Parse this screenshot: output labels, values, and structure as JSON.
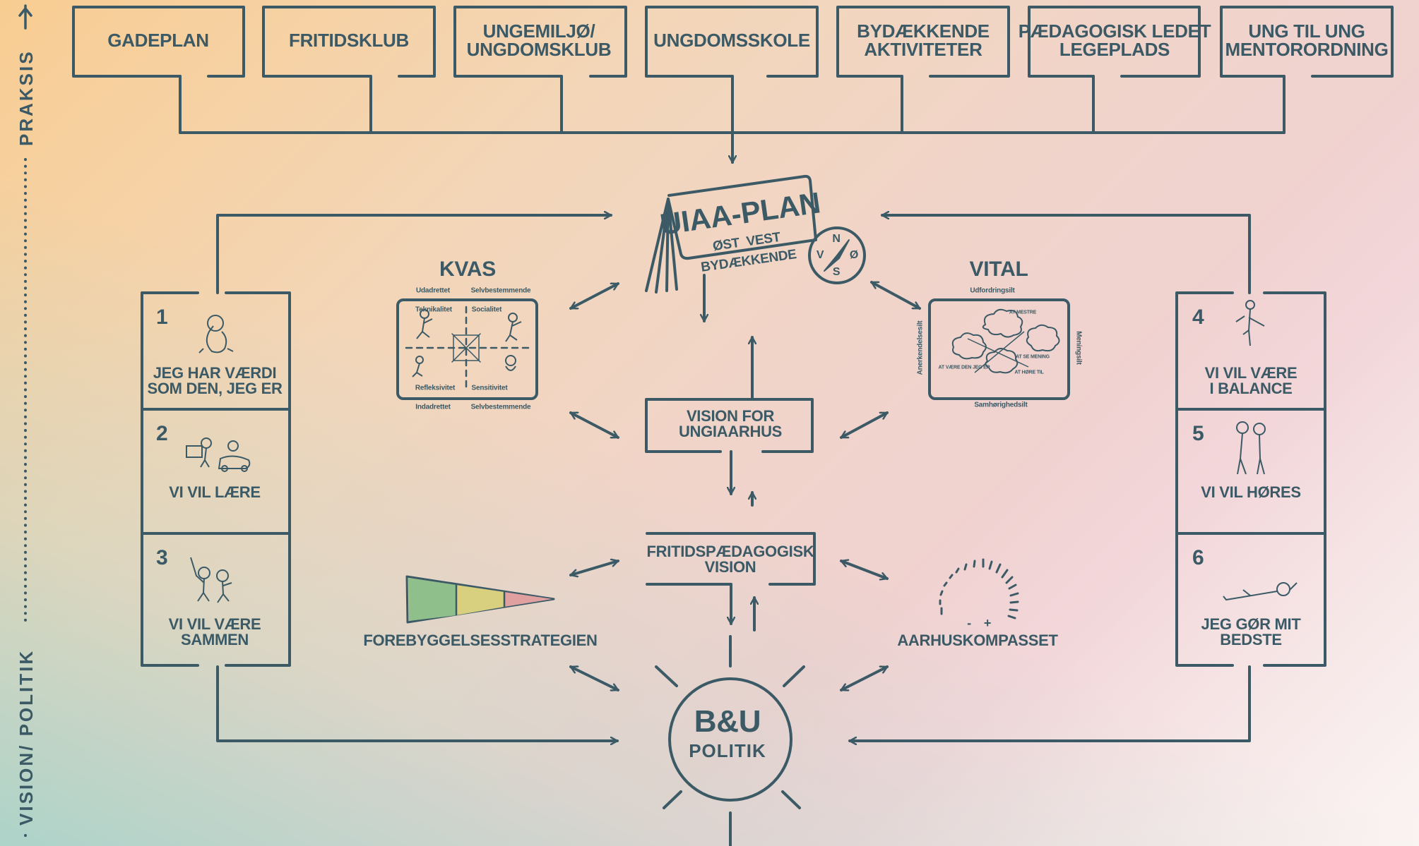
{
  "side_labels": {
    "praksis": "PRAKSIS",
    "vision_politik": "VISION/ POLITIK"
  },
  "top_boxes": [
    {
      "label": "GADEPLAN"
    },
    {
      "label": "FRITIDSKLUB"
    },
    {
      "label": "UNGEMILJØ/\nUNGDOMSKLUB"
    },
    {
      "label": "UNGDOMSSKOLE"
    },
    {
      "label": "BYDÆKKENDE\nAKTIVITETER"
    },
    {
      "label": "PÆDAGOGISK LEDET\nLEGEPLADS"
    },
    {
      "label": "UNG TIL UNG\nMENTORORDNING"
    }
  ],
  "plan": {
    "title": "UIAA-PLAN",
    "line1": "ØST  VEST",
    "line2": "BYDÆKKENDE",
    "compass": {
      "n": "N",
      "s": "S",
      "v": "V",
      "o": "Ø"
    }
  },
  "kvas": {
    "title": "KVAS",
    "top_left": "Udadrettet",
    "top_right": "Selvbestemmende",
    "bottom_left": "Indadrettet",
    "bottom_right": "Selvbestemmende",
    "q1": "Teknikalitet",
    "q2": "Socialitet",
    "q3": "Refleksivitet",
    "q4": "Sensitivitet"
  },
  "vital": {
    "title": "VITAL",
    "top": "Udfordringsilt",
    "bottom": "Samhørighedsilt",
    "left": "Anerkendelsesilt",
    "right": "Meningsilt",
    "c1": "AT MESTRE",
    "c2": "AT SE MENING",
    "c3": "AT VÆRE DEN JEG ER",
    "c4": "AT HØRE TIL"
  },
  "center": {
    "vision": "VISION FOR\nUNGIAARHUS",
    "fritid": "FRITIDSPÆDAGOGISK\nVISION",
    "bu_line1": "B&U",
    "bu_line2": "POLITIK"
  },
  "forebyggelse": {
    "label": "FOREBYGGELSESSTRATEGIEN",
    "colors": [
      "#8fbf8a",
      "#d8cf7f",
      "#e0a0a0"
    ]
  },
  "kompas": {
    "label": "AARHUSKOMPASSET",
    "minus": "-",
    "plus": "+"
  },
  "left_panel": [
    {
      "num": "1",
      "label": "JEG HAR VÆRDI\nSOM DEN, JEG ER"
    },
    {
      "num": "2",
      "label": "VI VIL LÆRE"
    },
    {
      "num": "3",
      "label": "VI VIL VÆRE\nSAMMEN"
    }
  ],
  "right_panel": [
    {
      "num": "4",
      "label": "VI VIL VÆRE\nI BALANCE"
    },
    {
      "num": "5",
      "label": "VI VIL HØRES"
    },
    {
      "num": "6",
      "label": "JEG GØR MIT\nBEDSTE"
    }
  ],
  "colors": {
    "stroke": "#3b5a66"
  }
}
